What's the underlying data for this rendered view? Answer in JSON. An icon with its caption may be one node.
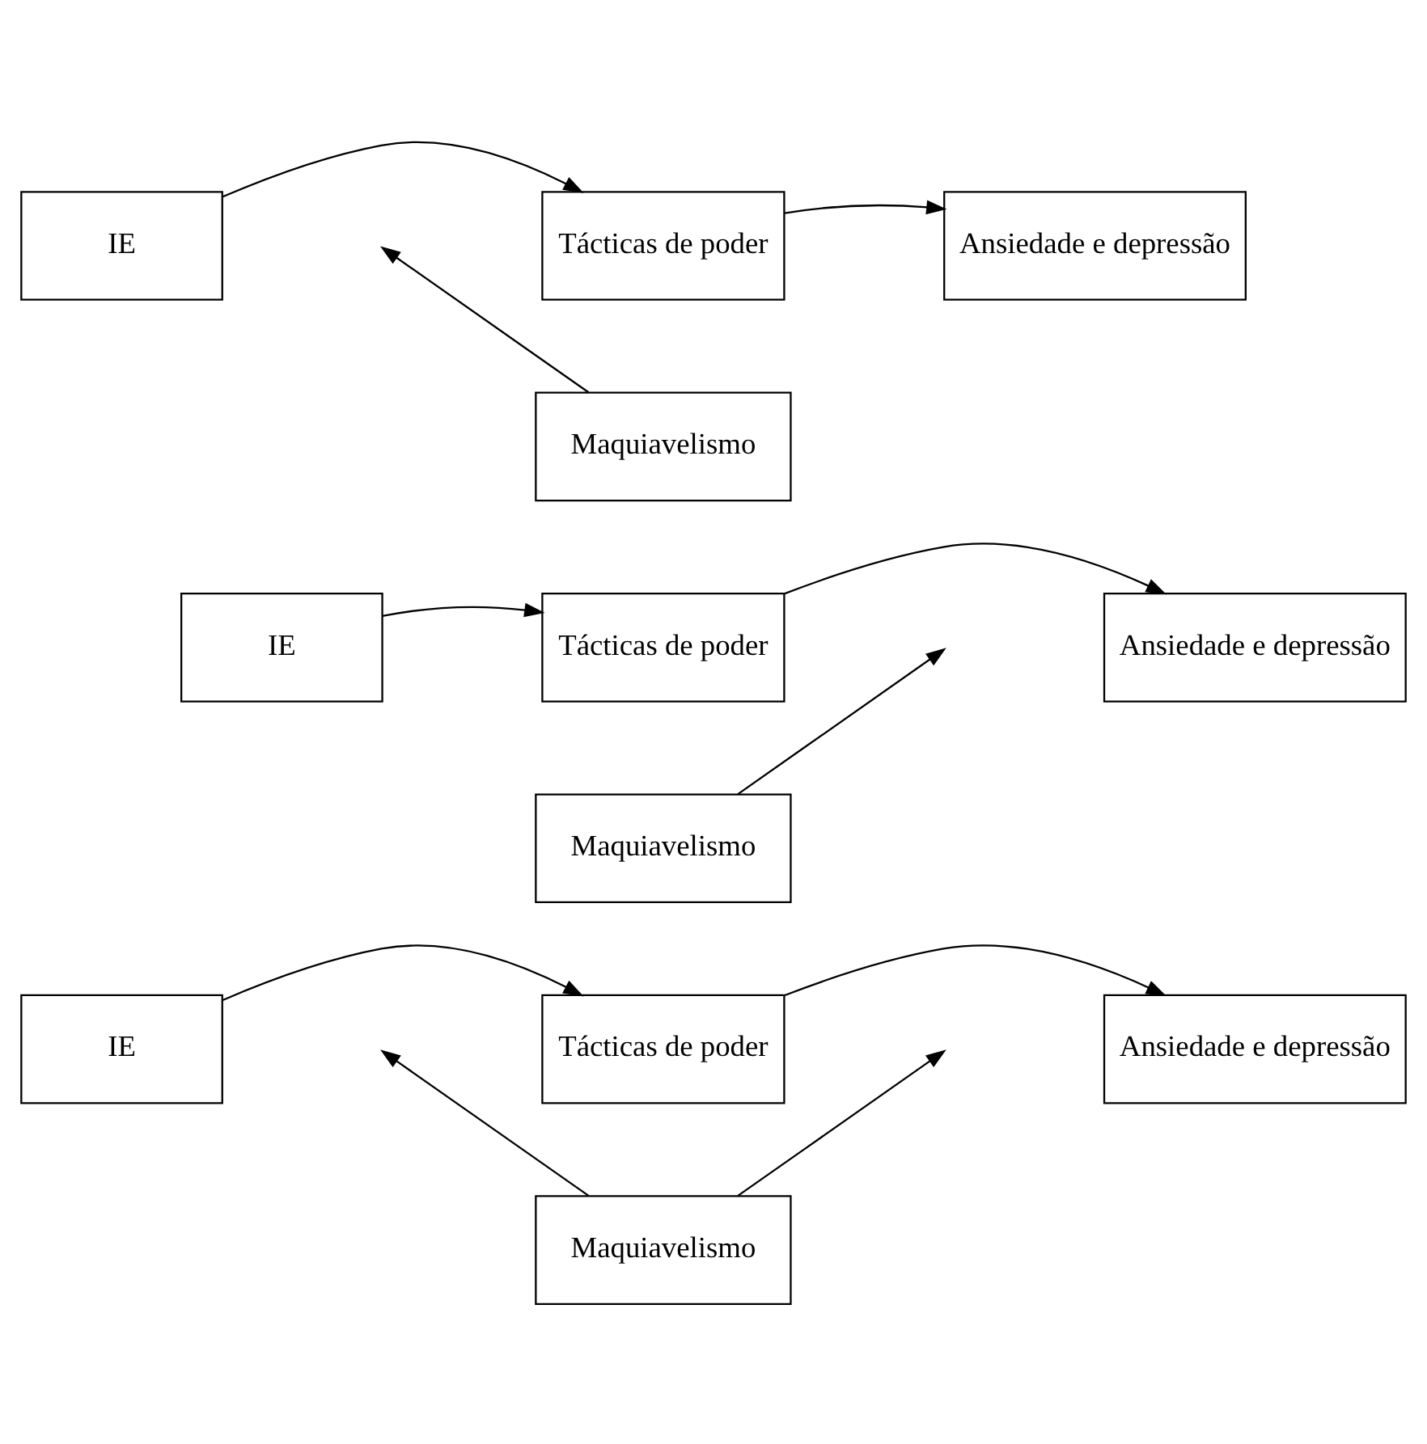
{
  "diagram": {
    "nodes": [
      {
        "text": [
          "IE"
        ]
      },
      {
        "text": [
          "Tácticas de poder"
        ]
      },
      {
        "text": [
          "Ansiedade e depressão"
        ]
      },
      {
        "text": [
          "Maquiavelismo"
        ]
      },
      {
        "text": [
          "IE"
        ]
      },
      {
        "text": [
          "Tácticas de poder"
        ]
      },
      {
        "text": [
          "Ansiedade e depressão"
        ]
      },
      {
        "text": [
          "Maquiavelismo"
        ]
      },
      {
        "text": [
          "IE"
        ]
      },
      {
        "text": [
          "Tácticas de poder"
        ]
      },
      {
        "text": [
          "Ansiedade e depressão"
        ]
      },
      {
        "text": [
          "Maquiavelismo"
        ]
      }
    ],
    "edges": [
      {
        "from": 0,
        "to": 1,
        "arrow": "to"
      },
      {
        "from": 1,
        "to": 2,
        "arrow": "to"
      },
      {
        "from": 3,
        "to": null,
        "arrow": "to"
      },
      {
        "from": 4,
        "to": 5,
        "arrow": "to"
      },
      {
        "from": 5,
        "to": 6,
        "arrow": "to"
      },
      {
        "from": 7,
        "to": null,
        "arrow": "to"
      },
      {
        "from": 8,
        "to": 9,
        "arrow": "to"
      },
      {
        "from": 9,
        "to": 10,
        "arrow": "to"
      },
      {
        "from": 11,
        "to": null,
        "arrow": "to"
      },
      {
        "from": 11,
        "to": null,
        "arrow": "to"
      }
    ]
  }
}
